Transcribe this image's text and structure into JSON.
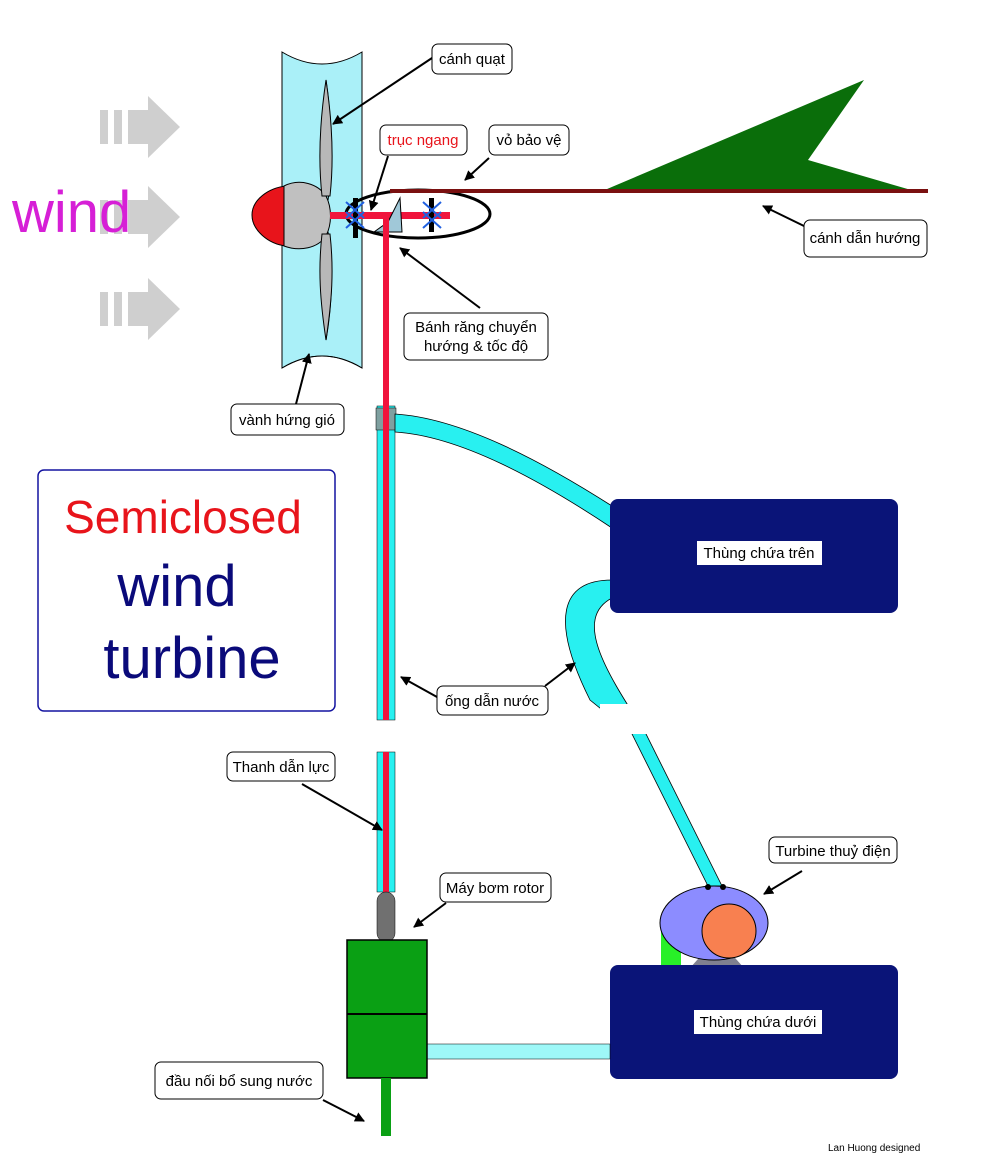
{
  "wind_label": "wind",
  "title": {
    "line1": "Semiclosed",
    "line2": "wind",
    "line3": "turbine"
  },
  "labels": {
    "canh_quat": "cánh quạt",
    "truc_ngang": "trục ngang",
    "vo_bao_ve": "vỏ bảo vệ",
    "canh_dan_huong": "cánh dẫn hướng",
    "banh_rang_line1": "Bánh răng chuyển",
    "banh_rang_line2": "hướng & tốc độ",
    "vanh_hung_gio": "vành hứng gió",
    "ong_dan_nuoc": "ống dẫn nước",
    "thanh_dan_luc": "Thanh dẫn lực",
    "may_bom_rotor": "Máy bơm rotor",
    "turbine_thuy_dien": "Turbine thuỷ điện",
    "dau_noi": "đầu nối bổ sung nước"
  },
  "tanks": {
    "upper": "Thùng chứa trên",
    "lower": "Thùng chứa dưới"
  },
  "credit": "Lan Huong designed",
  "colors": {
    "wind_text": "#d61fd6",
    "title_red": "#e8141b",
    "title_navy": "#0a0a7a",
    "tank_fill": "#0a1478",
    "pipe_cyan": "#28f0f0",
    "shaft_red": "#f0143c",
    "pump_green": "#0aa014",
    "tail_green": "#0a6e0a",
    "tail_rod": "#7a1010",
    "ring_fill": "#aaf0f8",
    "nose_red": "#e8141b",
    "turbine_blue": "#8c8cff",
    "turbine_orange": "#f88050"
  }
}
